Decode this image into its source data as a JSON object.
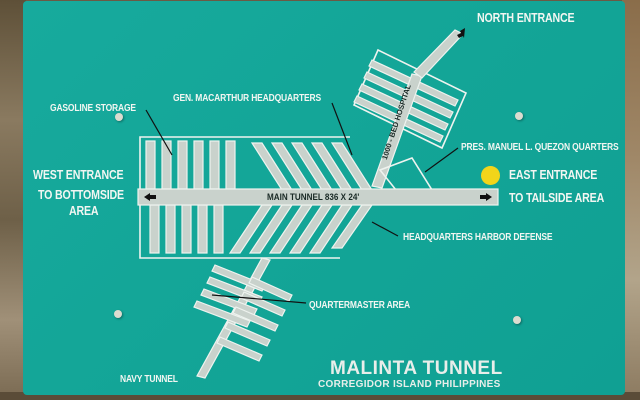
{
  "sign": {
    "title": "MALINTA TUNNEL",
    "subtitle": "CORREGIDOR ISLAND PHILIPPINES",
    "background_color": "#14a69a",
    "marker_color": "#f2d51a"
  },
  "labels": {
    "north_entrance": "NORTH ENTRANCE",
    "gasoline_storage": "GASOLINE STORAGE",
    "macarthur_hq": "GEN. MACARTHUR HEADQUARTERS",
    "quezon_quarters": "PRES. MANUEL L. QUEZON QUARTERS",
    "west_entrance": "WEST ENTRANCE",
    "west_dest_line1": "TO BOTTOMSIDE",
    "west_dest_line2": "AREA",
    "east_entrance": "EAST ENTRANCE",
    "east_dest": "TO TAILSIDE AREA",
    "harbor_defense": "HEADQUARTERS HARBOR DEFENSE",
    "quartermaster": "QUARTERMASTER AREA",
    "navy_tunnel": "NAVY TUNNEL"
  },
  "tunnel": {
    "main_label": "MAIN TUNNEL 836  X 24'",
    "hospital_label": "1000 - BED HOSPITAL"
  },
  "markers": {
    "you_are_here": "yellow-dot"
  }
}
